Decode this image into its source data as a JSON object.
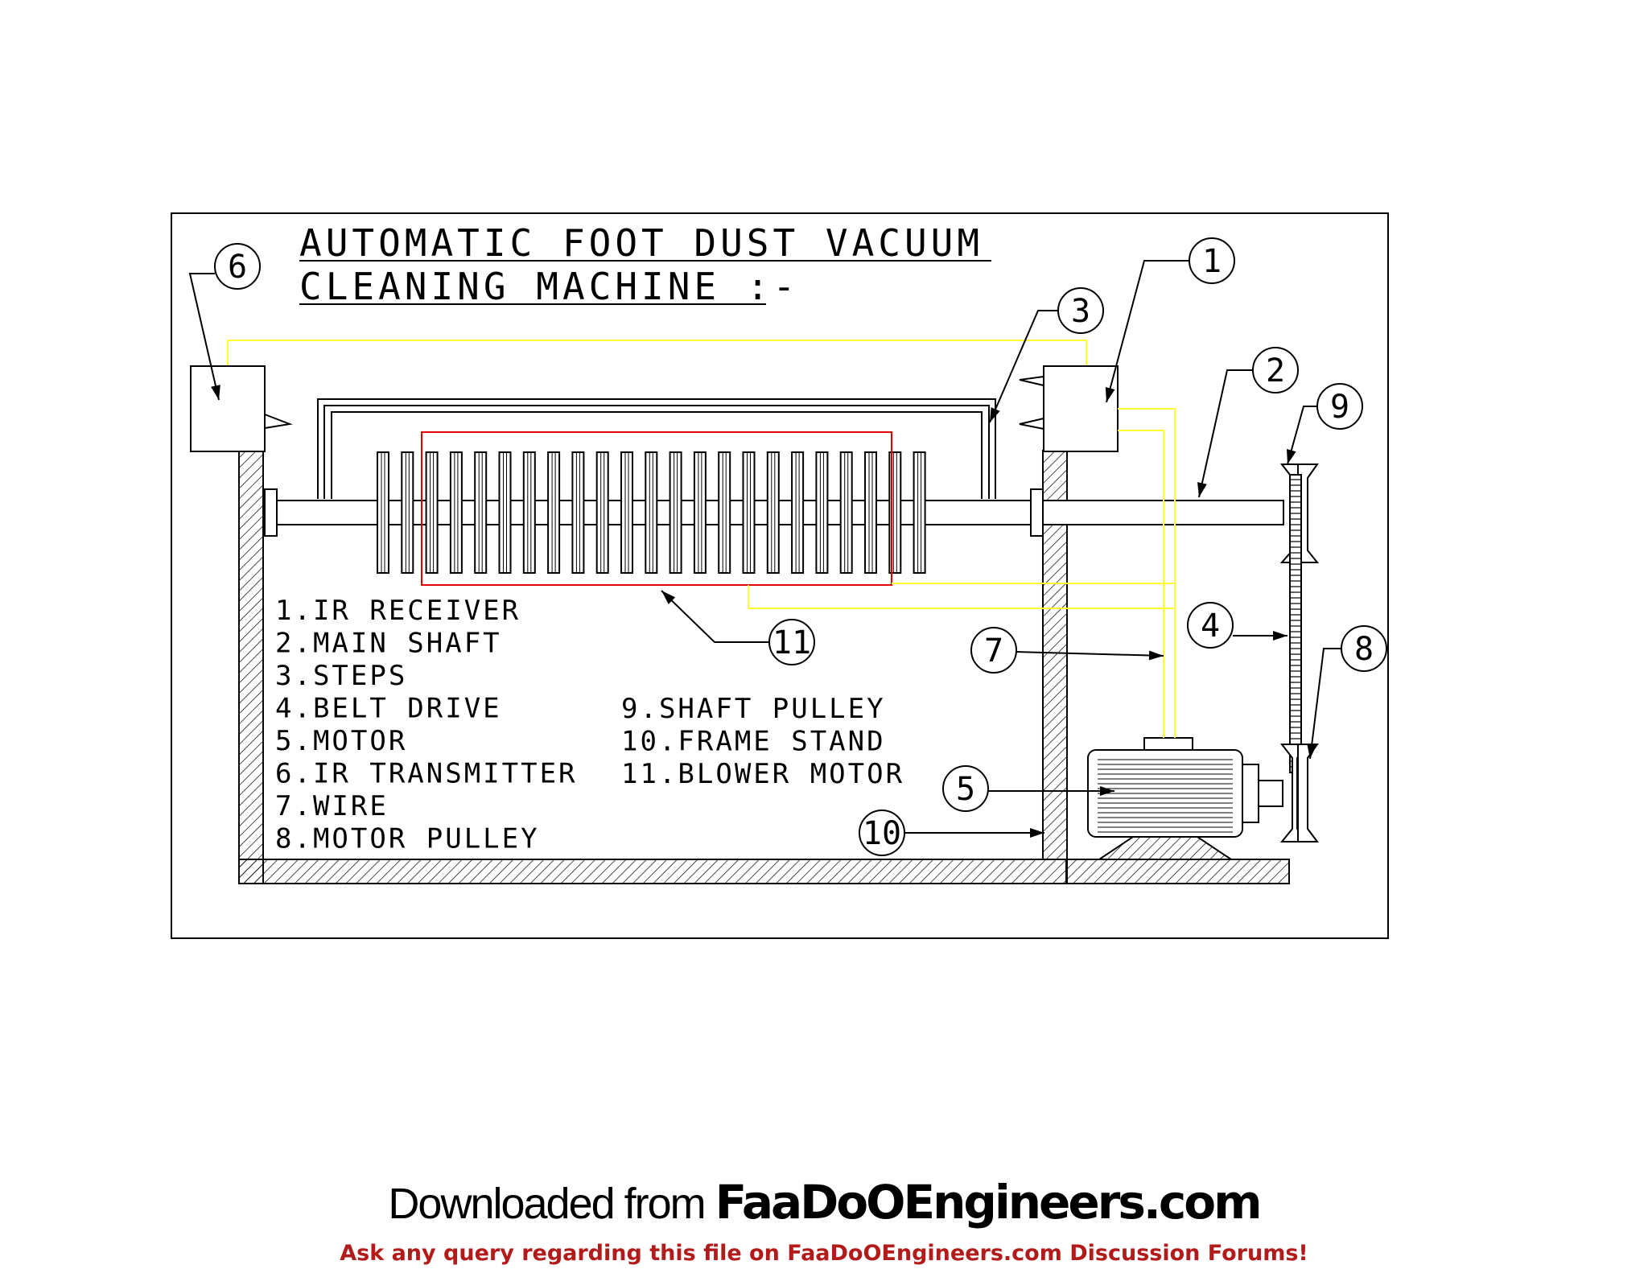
{
  "diagram": {
    "title_line1": "AUTOMATIC  FOOT  DUST  VACUUM",
    "title_line2": "CLEANING  MACHINE  :-",
    "legend_left": [
      "1.IR  RECEIVER",
      "2.MAIN  SHAFT",
      "3.STEPS",
      "4.BELT  DRIVE",
      "5.MOTOR",
      "6.IR  TRANSMITTER",
      "7.WIRE",
      "8.MOTOR  PULLEY"
    ],
    "legend_right": [
      "9.SHAFT  PULLEY",
      "10.FRAME  STAND",
      "11.BLOWER  MOTOR"
    ],
    "callouts": [
      "1",
      "2",
      "3",
      "4",
      "5",
      "6",
      "7",
      "8",
      "9",
      "10",
      "11"
    ],
    "colors": {
      "line": "#000000",
      "wire": "#ffff33",
      "blower_outline": "#e00000",
      "frame_hatch": "#000000"
    }
  },
  "footer": {
    "prefix": "Downloaded from ",
    "site": "FaaDoOEngineers.com",
    "query": "Ask any query regarding this file on FaaDoOEngineers.com Discussion Forums!"
  }
}
